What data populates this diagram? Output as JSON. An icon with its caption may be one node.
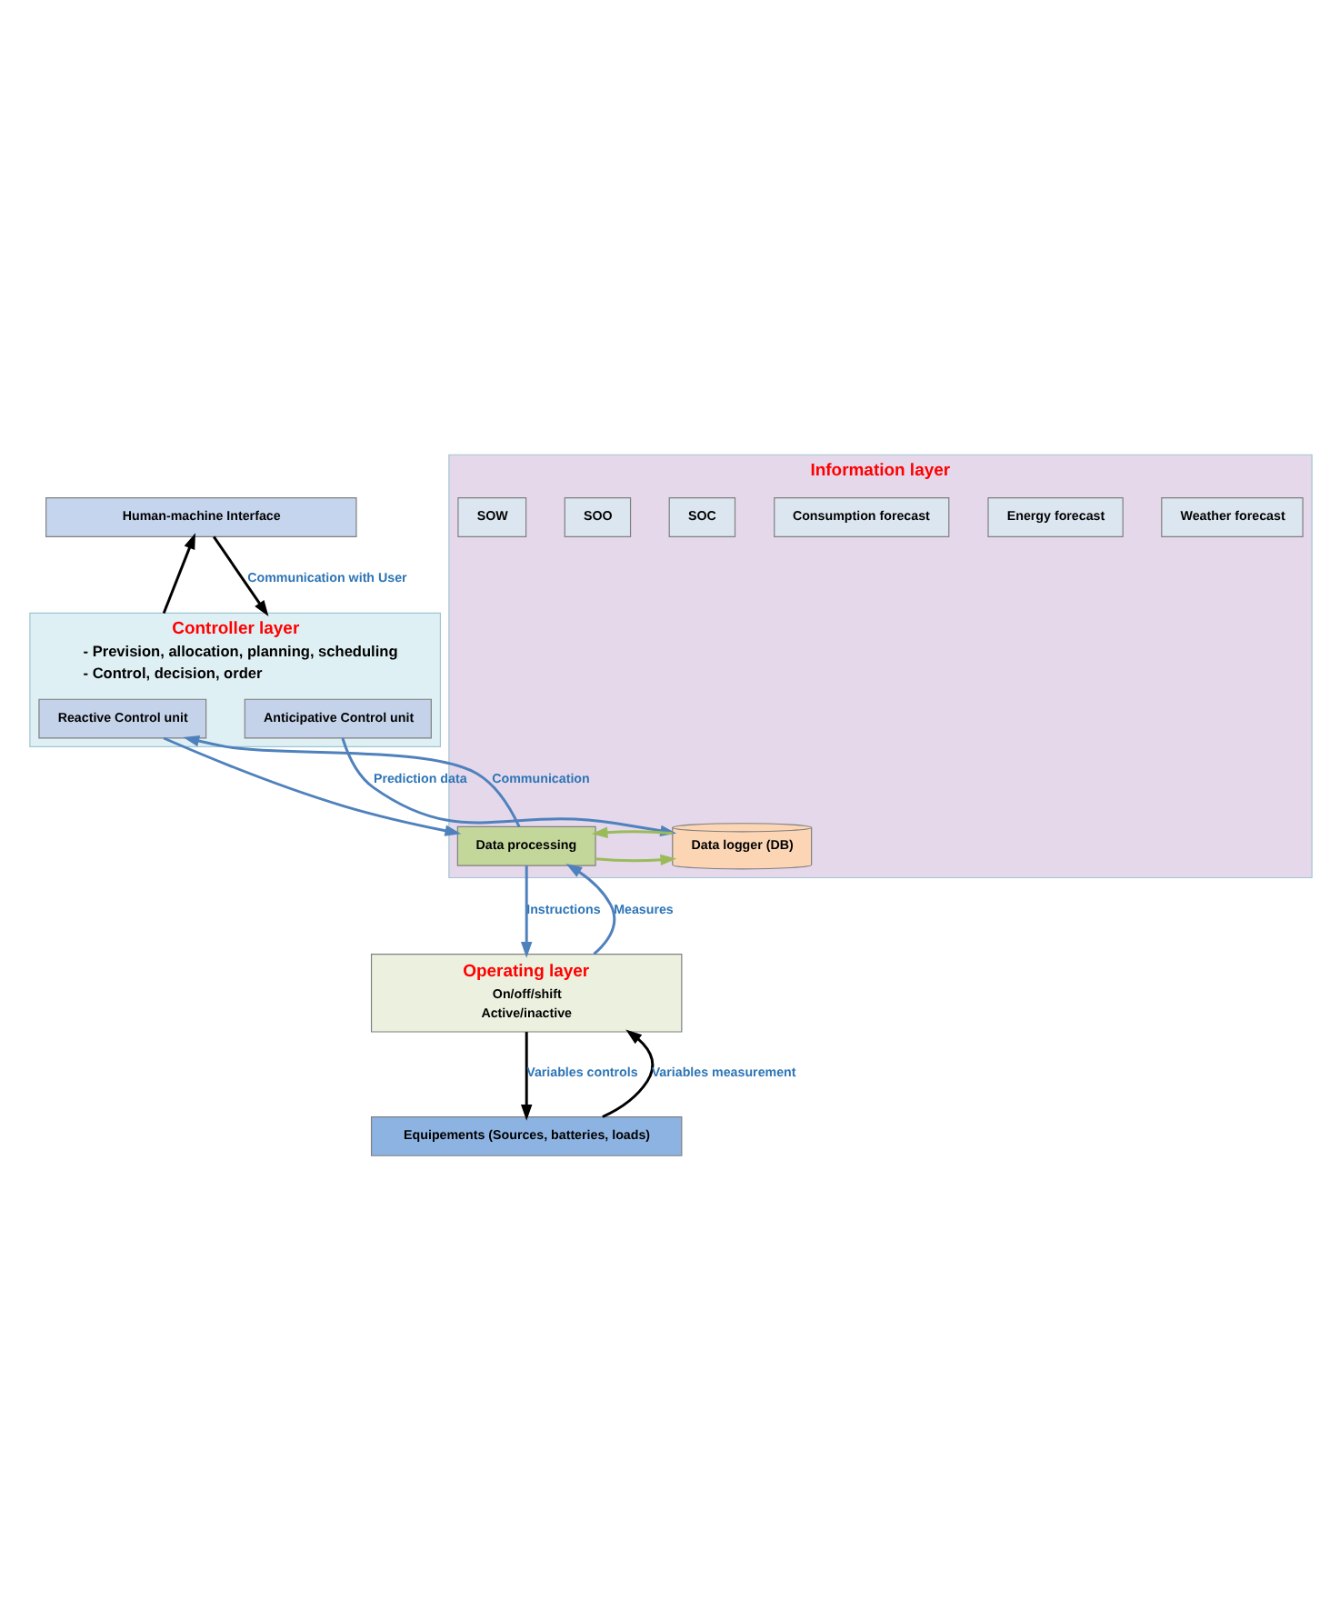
{
  "diagram": {
    "nodes": [
      {
        "text": [
          "Human-machine Interface"
        ]
      },
      {
        "text": [
          "Controller layer",
          "- Prevision, allocation, planning, scheduling",
          "- Control, decision, order"
        ]
      },
      {
        "text": [
          "Reactive Control unit"
        ],
        "in": 1
      },
      {
        "text": [
          "Anticipative Control unit"
        ],
        "in": 1
      },
      {
        "text": [
          "Information layer"
        ]
      },
      {
        "text": [
          "Data processing"
        ],
        "in": 4
      },
      {
        "text": [
          "Data logger (DB)"
        ],
        "in": 4
      },
      {
        "text": [
          "Weather forecast"
        ],
        "in": 4
      },
      {
        "text": [
          "Energy forecast"
        ],
        "in": 4
      },
      {
        "text": [
          "Consumption forecast"
        ],
        "in": 4
      },
      {
        "text": [
          "SOC"
        ],
        "in": 4
      },
      {
        "text": [
          "SOO"
        ],
        "in": 4
      },
      {
        "text": [
          "SOW"
        ],
        "in": 4
      },
      {
        "text": [
          "Operating layer",
          "On/off/shift",
          "Active/inactive"
        ]
      },
      {
        "text": [
          "Equipements (Sources, batteries, loads)"
        ]
      }
    ],
    "edges": [
      {
        "from": 1,
        "to": 0,
        "arrow": "to",
        "color": "#000000"
      },
      {
        "from": 0,
        "to": 1,
        "arrow": "to",
        "label": "Communication with User",
        "color": "#000000"
      },
      {
        "from": 5,
        "to": 2,
        "arrow": "to",
        "label": "Communication",
        "color": "#4f81bd"
      },
      {
        "from": 2,
        "to": 5,
        "arrow": "to",
        "color": "#4f81bd"
      },
      {
        "from": 3,
        "to": 6,
        "arrow": "to",
        "label": "Prediction data",
        "color": "#4f81bd"
      },
      {
        "from": 5,
        "to": 6,
        "arrow": "to",
        "color": "#9bbb59"
      },
      {
        "from": 6,
        "to": 5,
        "arrow": "to",
        "color": "#9bbb59"
      },
      {
        "from": 13,
        "to": 5,
        "arrow": "to",
        "label": "Measures",
        "color": "#4f81bd"
      },
      {
        "from": 5,
        "to": 13,
        "arrow": "to",
        "label": "Instructions",
        "color": "#4f81bd"
      },
      {
        "from": 14,
        "to": 13,
        "arrow": "to",
        "label": "Variables measurement",
        "color": "#000000"
      },
      {
        "from": 13,
        "to": 14,
        "arrow": "to",
        "label": "Variables controls",
        "color": "#000000"
      }
    ]
  }
}
